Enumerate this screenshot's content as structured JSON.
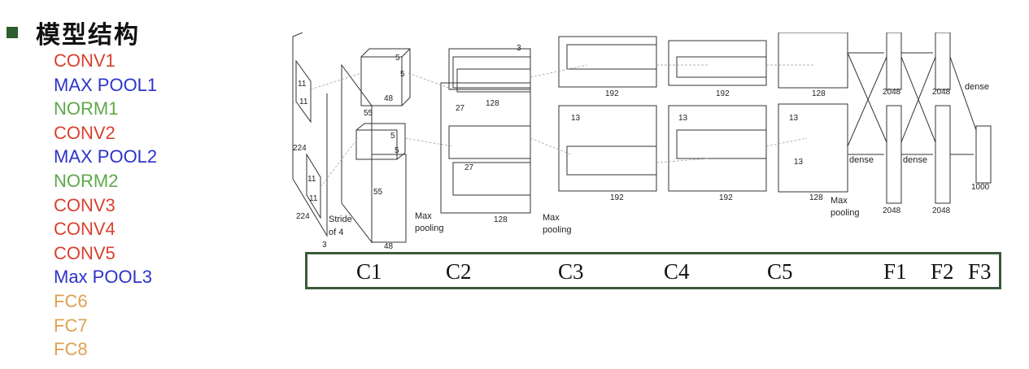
{
  "heading": {
    "title": "模型结构",
    "accent": "#2e5e2e"
  },
  "layers": [
    {
      "label": "CONV1",
      "color": "#d9412f"
    },
    {
      "label": "MAX POOL1",
      "color": "#2b34c8"
    },
    {
      "label": "NORM1",
      "color": "#5fa84a"
    },
    {
      "label": "CONV2",
      "color": "#d9412f"
    },
    {
      "label": "MAX POOL2",
      "color": "#2b34c8"
    },
    {
      "label": "NORM2",
      "color": "#5fa84a"
    },
    {
      "label": "CONV3",
      "color": "#d9412f"
    },
    {
      "label": "CONV4",
      "color": "#d9412f"
    },
    {
      "label": "CONV5",
      "color": "#d9412f"
    },
    {
      "label": "Max POOL3",
      "color": "#2b34c8"
    },
    {
      "label": "FC6",
      "color": "#e0a050"
    },
    {
      "label": "FC7",
      "color": "#e0a050"
    },
    {
      "label": "FC8",
      "color": "#e0a050"
    }
  ],
  "diagram": {
    "input": {
      "d224a": "224",
      "d224b": "224",
      "d3": "3",
      "d11a": "11",
      "d11b": "11",
      "d11c": "11",
      "d11d": "11"
    },
    "stride": {
      "line1": "Stride",
      "line2": "of 4"
    },
    "c1": {
      "d55a": "55",
      "d55b": "55",
      "d48a": "48",
      "d48b": "48",
      "k5a": "5",
      "k5b": "5",
      "k5c": "5",
      "k5d": "5"
    },
    "c2": {
      "d27a": "27",
      "d27b": "27",
      "d128a": "128",
      "d128b": "128",
      "k3": "3"
    },
    "maxpool1": {
      "line1": "Max",
      "line2": "pooling"
    },
    "maxpool2": {
      "line1": "Max",
      "line2": "pooling"
    },
    "maxpool3": {
      "line1": "Max",
      "line2": "pooling"
    },
    "c3": {
      "d13": "13",
      "d192a": "192",
      "d192b": "192"
    },
    "c4": {
      "d13": "13",
      "d192a": "192",
      "d192b": "192"
    },
    "c5": {
      "d13a": "13",
      "d13b": "13",
      "d128a": "128",
      "d128b": "128"
    },
    "fc": {
      "dense": "dense",
      "d2048": "2048",
      "d1000": "1000"
    }
  },
  "bar": {
    "border_color": "#3a5a3a",
    "labels": [
      "C1",
      "C2",
      "C3",
      "C4",
      "C5",
      "F1",
      "F2",
      "F3"
    ]
  }
}
